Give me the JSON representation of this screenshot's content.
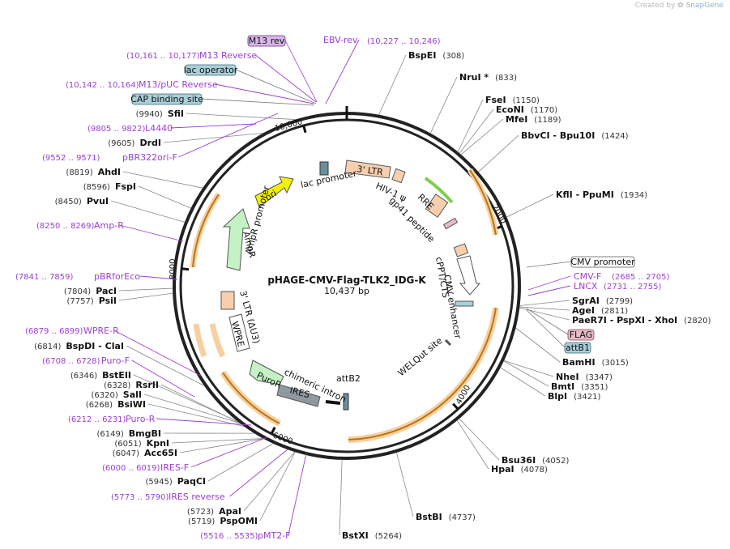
{
  "credit": {
    "prefix": "Created by",
    "brand": "SnapGene"
  },
  "plasmid": {
    "name": "pHAGE-CMV-Flag-TLK2_IDG-K",
    "length": "10,437 bp"
  },
  "ticks": [
    {
      "label": "2000",
      "bp": 2000
    },
    {
      "label": "4000",
      "bp": 4000
    },
    {
      "label": "6000",
      "bp": 6000
    },
    {
      "label": "8000",
      "bp": 8000
    },
    {
      "label": "10,000",
      "bp": 10000
    }
  ],
  "sites": [
    {
      "name": "BspEI",
      "pos": "(308)",
      "bp": 308
    },
    {
      "name": "NruI *",
      "pos": "(833)",
      "bp": 833
    },
    {
      "name": "FseI",
      "pos": "(1150)",
      "bp": 1150
    },
    {
      "name": "EcoNI",
      "pos": "(1170)",
      "bp": 1170
    },
    {
      "name": "MfeI",
      "pos": "(1189)",
      "bp": 1189
    },
    {
      "name": "BbvCI - Bpu10I",
      "pos": "(1424)",
      "bp": 1424
    },
    {
      "name": "KflI - PpuMI",
      "pos": "(1934)",
      "bp": 1934
    },
    {
      "name": "SgrAI",
      "pos": "(2799)",
      "bp": 2799
    },
    {
      "name": "AgeI",
      "pos": "(2811)",
      "bp": 2811
    },
    {
      "name": "PaeR7I - PspXI - XhoI",
      "pos": "(2820)",
      "bp": 2820
    },
    {
      "name": "BamHI",
      "pos": "(3015)",
      "bp": 3015
    },
    {
      "name": "NheI",
      "pos": "(3347)",
      "bp": 3347
    },
    {
      "name": "BmtI",
      "pos": "(3351)",
      "bp": 3351
    },
    {
      "name": "BlpI",
      "pos": "(3421)",
      "bp": 3421
    },
    {
      "name": "Bsu36I",
      "pos": "(4052)",
      "bp": 4052
    },
    {
      "name": "HpaI",
      "pos": "(4078)",
      "bp": 4078
    },
    {
      "name": "BstBI",
      "pos": "(4737)",
      "bp": 4737
    },
    {
      "name": "BstXI",
      "pos": "(5264)",
      "bp": 5264
    },
    {
      "name": "PspOMI",
      "pos": "(5719)",
      "bp": 5719
    },
    {
      "name": "ApaI",
      "pos": "(5723)",
      "bp": 5723
    },
    {
      "name": "PaqCI",
      "pos": "(5945)",
      "bp": 5945
    },
    {
      "name": "Acc65I",
      "pos": "(6047)",
      "bp": 6047
    },
    {
      "name": "KpnI",
      "pos": "(6051)",
      "bp": 6051
    },
    {
      "name": "BmgBI",
      "pos": "(6149)",
      "bp": 6149
    },
    {
      "name": "BsiWI",
      "pos": "(6268)",
      "bp": 6268
    },
    {
      "name": "SalI",
      "pos": "(6320)",
      "bp": 6320
    },
    {
      "name": "RsrII",
      "pos": "(6328)",
      "bp": 6328
    },
    {
      "name": "BstEII",
      "pos": "(6346)",
      "bp": 6346
    },
    {
      "name": "BspDI - ClaI",
      "pos": "(6814)",
      "bp": 6814
    },
    {
      "name": "PsiI",
      "pos": "(7757)",
      "bp": 7757
    },
    {
      "name": "PacI",
      "pos": "(7804)",
      "bp": 7804
    },
    {
      "name": "PvuI",
      "pos": "(8450)",
      "bp": 8450
    },
    {
      "name": "FspI",
      "pos": "(8596)",
      "bp": 8596
    },
    {
      "name": "AhdI",
      "pos": "(8819)",
      "bp": 8819
    },
    {
      "name": "DrdI",
      "pos": "(9605)",
      "bp": 9605
    },
    {
      "name": "SfiI",
      "pos": "(9940)",
      "bp": 9940
    }
  ],
  "primers": [
    {
      "name": "EBV-rev",
      "pos": "(10,227 .. 10,246)"
    },
    {
      "name": "M13 Reverse",
      "pos": "(10,161 .. 10,177)"
    },
    {
      "name": "M13/pUC Reverse",
      "pos": "(10,142 .. 10,164)"
    },
    {
      "name": "L4440",
      "pos": "(9805 .. 9822)"
    },
    {
      "name": "pBR322ori-F",
      "pos": "(9552 .. 9571)"
    },
    {
      "name": "Amp-R",
      "pos": "(8250 .. 8269)"
    },
    {
      "name": "pBRforEco",
      "pos": "(7841 .. 7859)"
    },
    {
      "name": "WPRE-R",
      "pos": "(6879 .. 6899)"
    },
    {
      "name": "Puro-F",
      "pos": "(6708 .. 6728)"
    },
    {
      "name": "Puro-R",
      "pos": "(6212 .. 6231)"
    },
    {
      "name": "IRES-F",
      "pos": "(6000 .. 6019)"
    },
    {
      "name": "IRES reverse",
      "pos": "(5773 .. 5790)"
    },
    {
      "name": "pMT2-F",
      "pos": "(5516 .. 5535)"
    },
    {
      "name": "CMV-F",
      "pos": "(2685 .. 2705)"
    },
    {
      "name": "LNCX",
      "pos": "(2731 .. 2755)"
    }
  ],
  "boxed_labels": [
    {
      "name": "M13 rev",
      "kind": "primer"
    },
    {
      "name": "lac operator",
      "kind": "feature"
    },
    {
      "name": "CAP binding site",
      "kind": "feature"
    },
    {
      "name": "CMV promoter",
      "kind": "promoter"
    },
    {
      "name": "FLAG",
      "kind": "tag"
    },
    {
      "name": "attB1",
      "kind": "feature"
    }
  ],
  "feature_labels": {
    "ltr3": "3' LTR",
    "hiv": "HIV-1 ψ",
    "rre": "RRE",
    "gp41": "gp41 peptide",
    "cppt": "cPPT/CTS",
    "cmv_enh": "CMV enhancer",
    "welqut": "WELQut site",
    "lac_prom": "lac promoter",
    "ori": "ori",
    "ampr": "AmpR",
    "ampr_prom": "AmpR promoter",
    "ltr_u3": "3' LTR (ΔU3)",
    "wpre": "WPRE",
    "puror": "PuroR",
    "chimeric": "chimeric intron",
    "ires": "IRES",
    "attb2": "attB2"
  },
  "colors": {
    "primer": "#9b3fd0",
    "primer_box": "#d8b7e8",
    "feature_box": "#a9cfd9",
    "tag_box": "#e6bcc8",
    "ltr": "#f7cfae",
    "ori": "#f2f200",
    "ampr": "#c4f2c4",
    "orf_arc": "#e59722",
    "backbone": "#222222"
  }
}
